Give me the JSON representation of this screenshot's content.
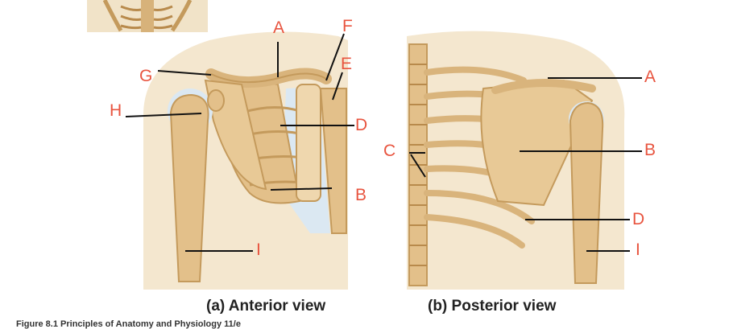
{
  "colors": {
    "label": "#e8543f",
    "leader": "#111111",
    "bone": "#e3c08a",
    "bone_dark": "#c49a5c",
    "cartilage": "#dbe8f2",
    "skin": "#f4e7cf"
  },
  "anterior": {
    "caption": "(a) Anterior view",
    "labels": {
      "A": "A",
      "F": "F",
      "E": "E",
      "G": "G",
      "H": "H",
      "D": "D",
      "B": "B",
      "I": "I"
    }
  },
  "posterior": {
    "caption": "(b) Posterior view",
    "labels": {
      "A": "A",
      "B": "B",
      "C": "C",
      "D": "D",
      "I": "I"
    }
  },
  "footer": "Figure 8.1 Principles of Anatomy and Physiology 11/e"
}
